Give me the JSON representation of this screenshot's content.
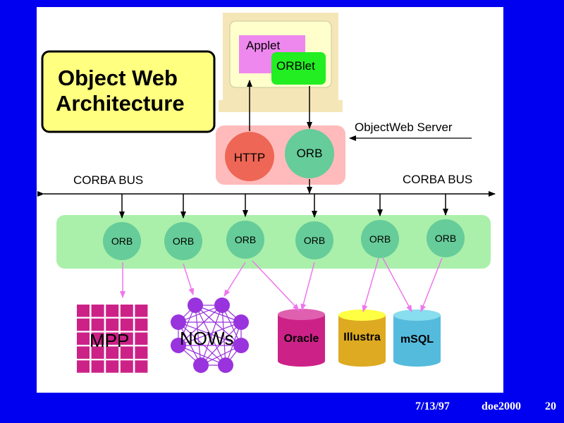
{
  "title": [
    "Object Web",
    "Architecture"
  ],
  "client": {
    "applet": "Applet",
    "orblet": "ORBlet"
  },
  "server": {
    "label": "ObjectWeb Server",
    "http": "HTTP",
    "orb": "ORB"
  },
  "bus": {
    "left_label": "CORBA BUS",
    "right_label": "CORBA BUS"
  },
  "orb_nodes": [
    "ORB",
    "ORB",
    "ORB",
    "ORB",
    "ORB",
    "ORB"
  ],
  "targets": {
    "mpp": "MPP",
    "nows": "NOWs",
    "oracle": "Oracle",
    "illustra": "Illustra",
    "msql": "mSQL"
  },
  "footer": {
    "date": "7/13/97",
    "org": "doe2000",
    "page": "20"
  },
  "colors": {
    "background": "#0000f0",
    "title_box": "#ffff80",
    "monitor": "#f5e6b8",
    "applet": "#ee88ee",
    "orblet": "#22ee22",
    "server_box": "#ffbbbb",
    "http": "#ee6655",
    "orb": "#66cc99",
    "bus_band": "#aaf0aa",
    "mpp": "#cc2288",
    "nows": "#9933dd",
    "oracle": "#cc2288",
    "illustra": "#ddaa22",
    "msql": "#55bbdd",
    "pink_arrow": "#ee77ee"
  }
}
